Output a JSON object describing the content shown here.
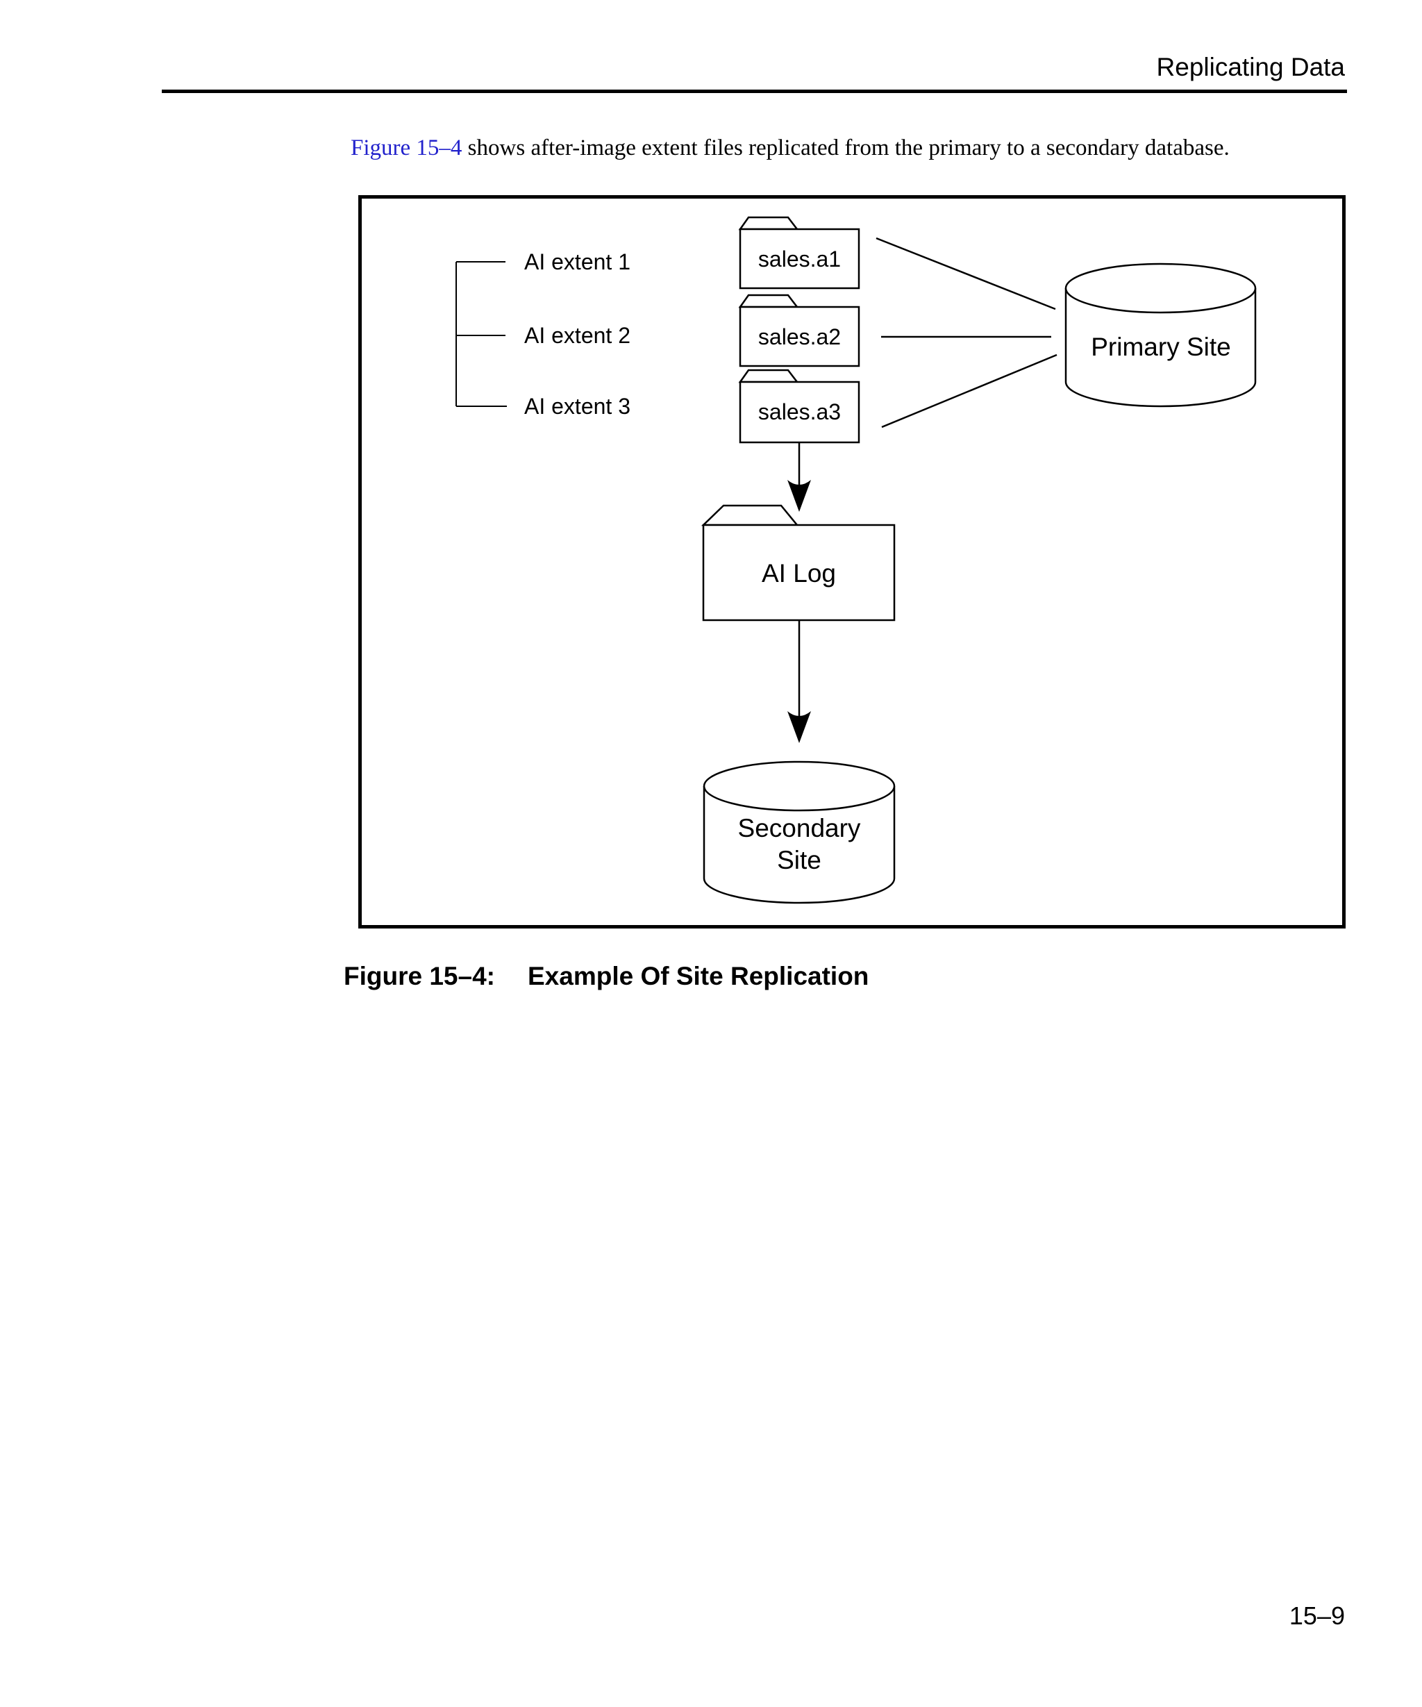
{
  "header": {
    "title": "Replicating Data"
  },
  "intro": {
    "link_text": "Figure 15–4",
    "body_text": " shows after-image extent files replicated from the primary to a secondary database."
  },
  "figure": {
    "extent_labels": [
      "AI extent 1",
      "AI extent 2",
      "AI extent 3"
    ],
    "extent_files": [
      "sales.a1",
      "sales.a2",
      "sales.a3"
    ],
    "primary_site": "Primary Site",
    "ai_log": "AI Log",
    "secondary_site_line1": "Secondary",
    "secondary_site_line2": "Site"
  },
  "caption": {
    "number_label": "Figure 15–4:",
    "title": "Example Of Site Replication"
  },
  "footer": {
    "page_number": "15–9"
  },
  "colors": {
    "link_blue": "#2222cc",
    "ink": "#000000"
  }
}
